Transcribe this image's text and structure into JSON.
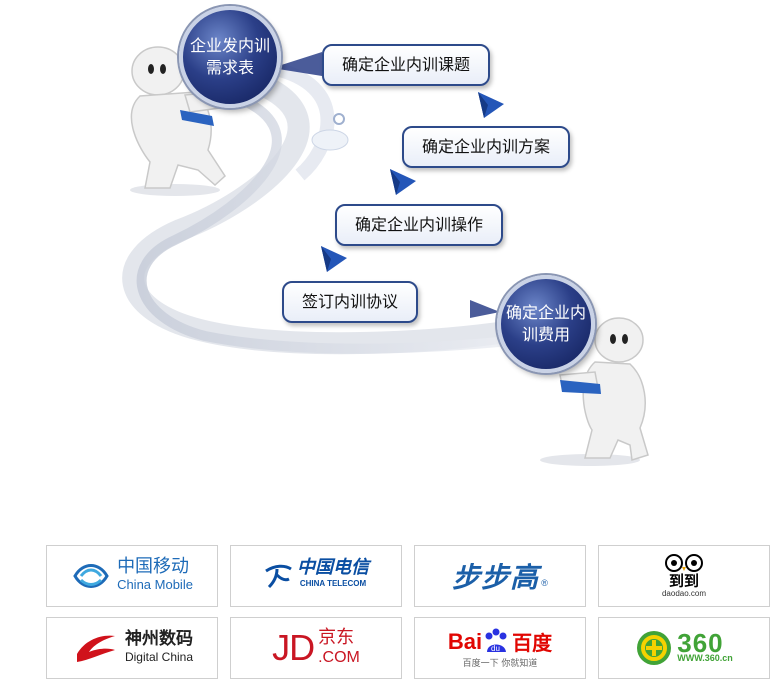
{
  "diagram": {
    "start_orb": "企业发内训需求表",
    "steps": [
      "确定企业内训课题",
      "确定企业内训方案",
      "确定企业内训操作",
      "签订内训协议"
    ],
    "end_orb": "确定企业内训费用"
  },
  "partners": [
    {
      "name_cn": "中国移动",
      "name_en": "China Mobile",
      "color": "#1e6bb8"
    },
    {
      "name_cn": "中国电信",
      "name_en": "CHINA TELECOM",
      "color": "#0a4ea2"
    },
    {
      "name_cn": "步步高",
      "name_en": "®",
      "color": "#1b5fa8"
    },
    {
      "name_cn": "到到",
      "name_en": "daodao.com",
      "color": "#000000"
    },
    {
      "name_cn": "神州数码",
      "name_en": "Digital China",
      "color": "#d0121b"
    },
    {
      "name_cn": "京东",
      "name_en": "JD.COM",
      "color": "#c91623"
    },
    {
      "name_cn": "百度",
      "name_en": "Bai du",
      "tagline": "百度一下 你就知道",
      "color": "#2932e1"
    },
    {
      "name_cn": "360",
      "name_en": "WWW.360.cn",
      "color": "#41a337"
    }
  ]
}
